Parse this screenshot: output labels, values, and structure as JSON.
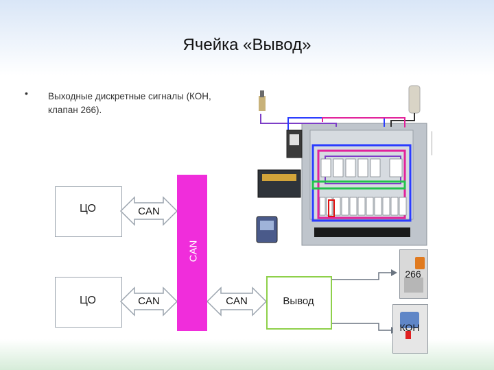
{
  "title": "Ячейка «Вывод»",
  "bullet": {
    "marker": "•",
    "text_line1": "Выходные дискретные сигналы (КОН,",
    "text_line2": "клапан 266)."
  },
  "blocks": {
    "co_top": "ЦО",
    "co_bottom": "ЦО",
    "can_top_arrow": "CAN",
    "can_bottom_arrow": "CAN",
    "can_bus": "CAN",
    "can_right_arrow": "CAN",
    "vyvod": "Вывод",
    "label_266": "266",
    "label_kon": "КОН"
  },
  "colors": {
    "bus": "#f02ddb",
    "vyvod_border": "#8ed04a",
    "arrow_fill": "#ffffff",
    "arrow_stroke": "#9aa3ad"
  }
}
